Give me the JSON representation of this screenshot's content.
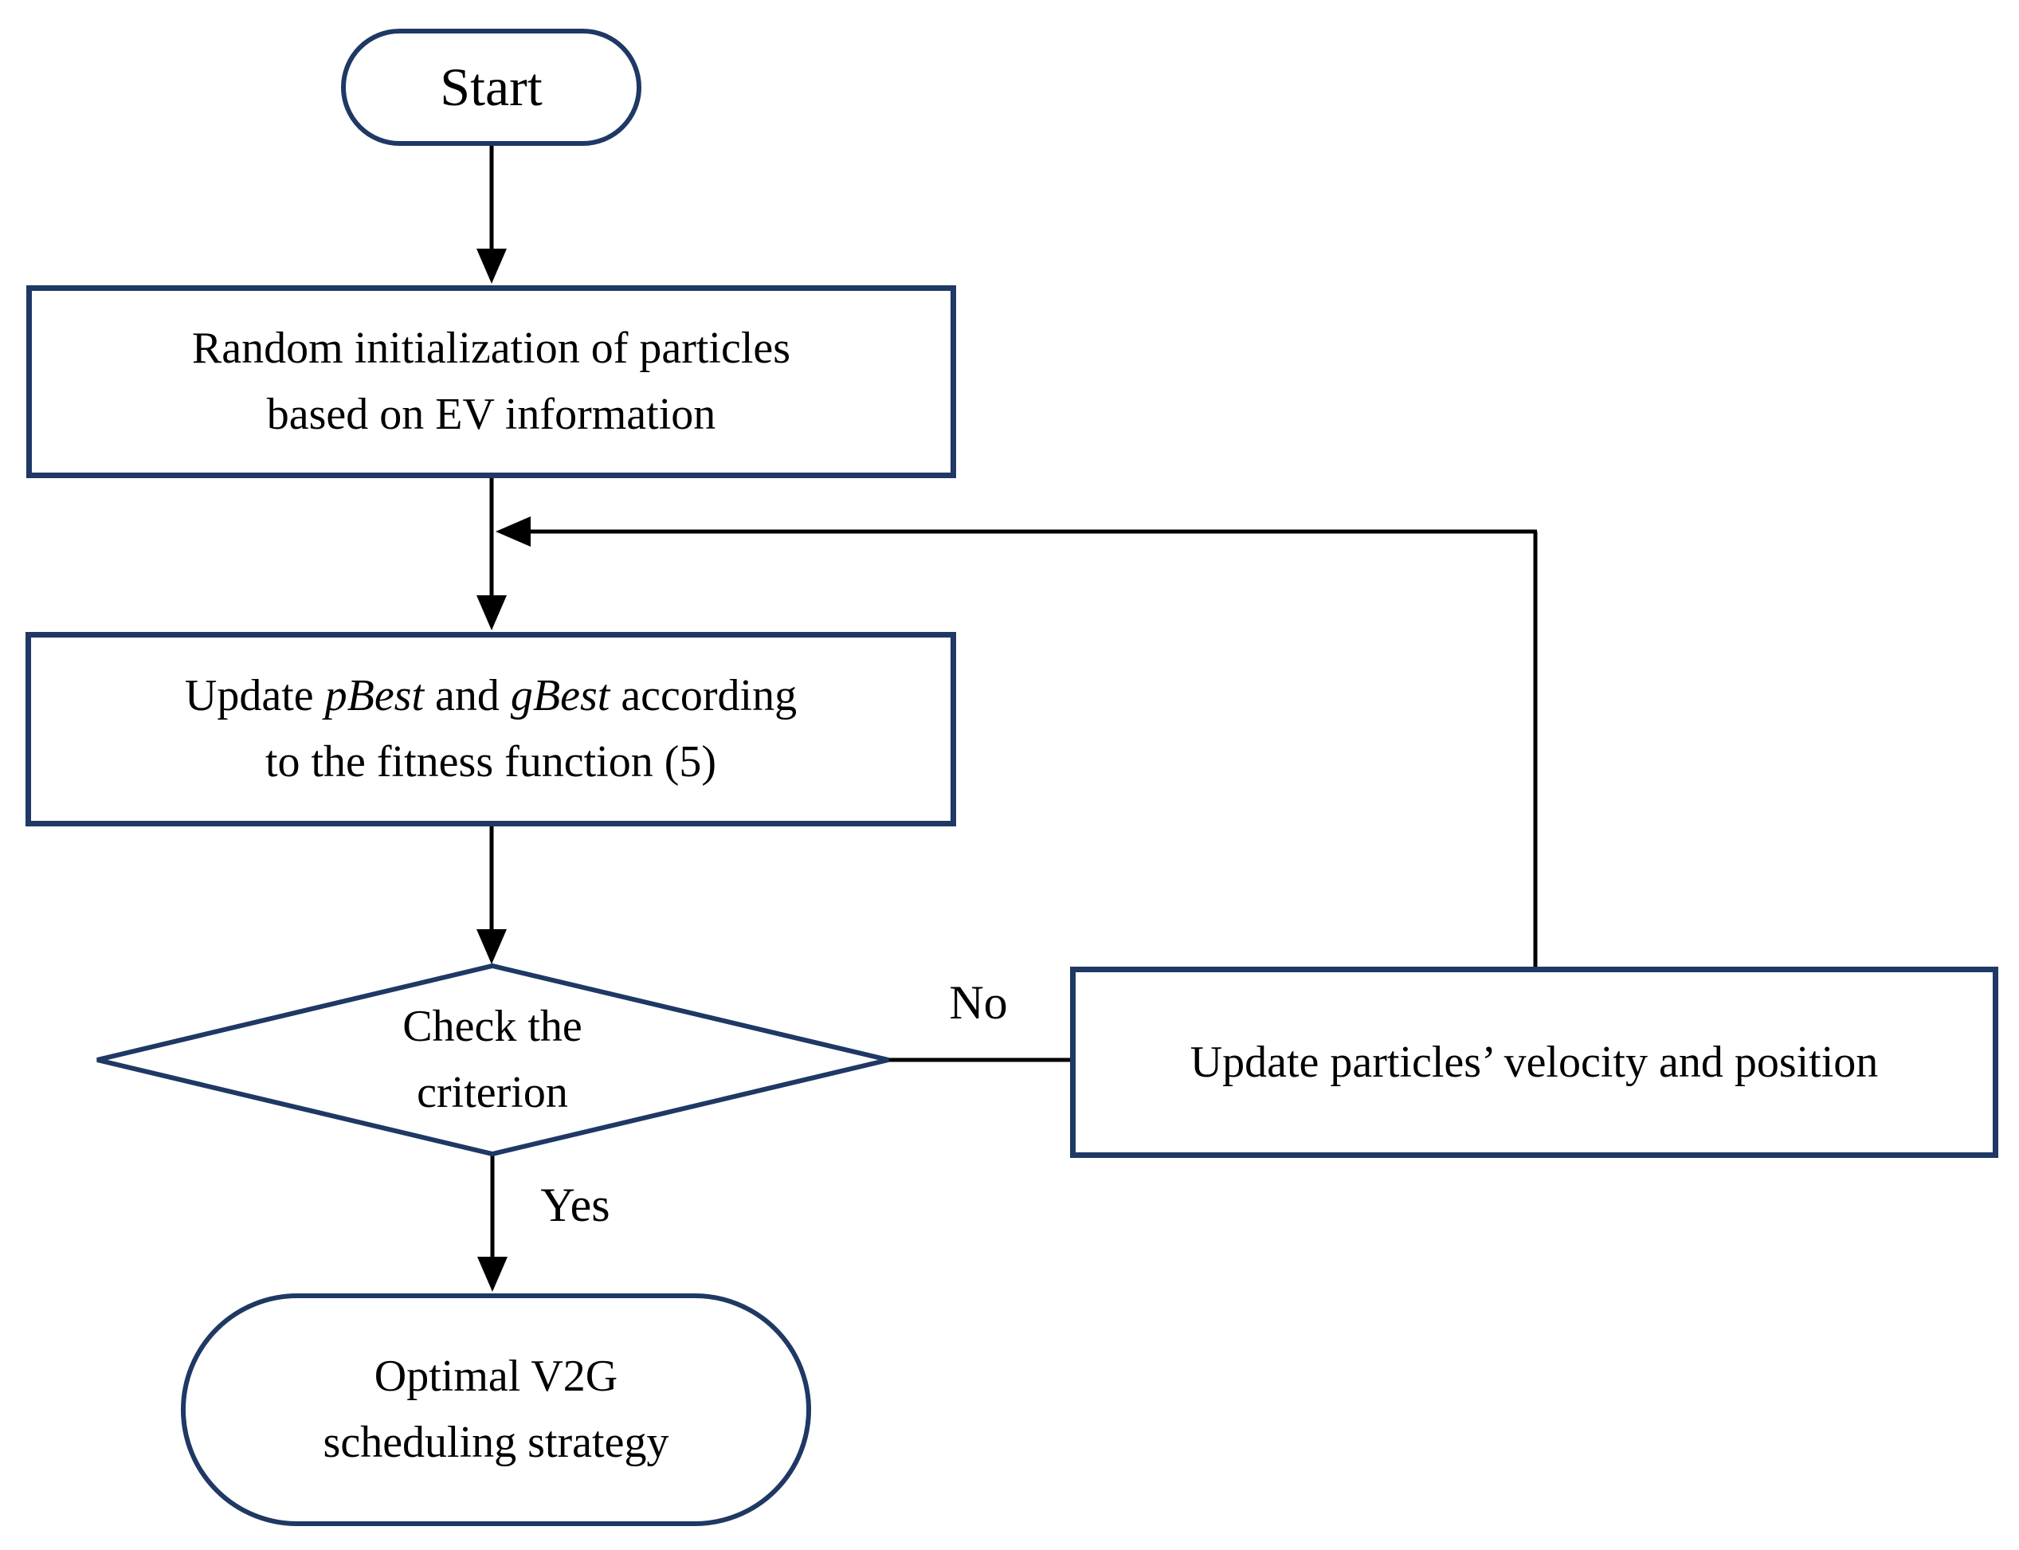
{
  "figure": {
    "type": "flowchart",
    "colors": {
      "node_border": "#1f3864",
      "connector": "#000000",
      "background": "#ffffff",
      "text": "#000000"
    },
    "nodes": {
      "start": {
        "label": "Start"
      },
      "init": {
        "line1": "Random initialization of particles",
        "line2": "based on EV information"
      },
      "update_best": {
        "line1_seg1": "Update ",
        "line1_seg2": "pBest",
        "line1_seg3": " and ",
        "line1_seg4": "gBest",
        "line1_seg5": " according",
        "line2": "to the fitness function (5)"
      },
      "decision": {
        "line1": "Check the",
        "line2": "criterion"
      },
      "update_particles": {
        "label": "Update particles’ velocity and position"
      },
      "optimal": {
        "line1": "Optimal V2G",
        "line2": "scheduling strategy"
      }
    },
    "edge_labels": {
      "no": "No",
      "yes": "Yes"
    }
  }
}
